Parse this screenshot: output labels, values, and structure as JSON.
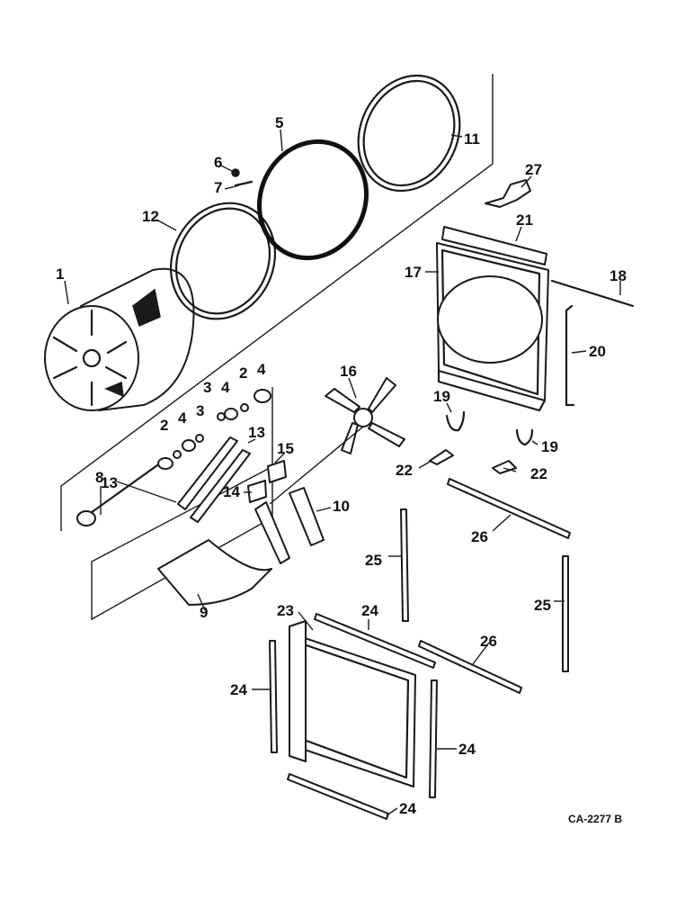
{
  "callouts": {
    "c1": "1",
    "c2a": "2",
    "c2b": "2",
    "c3a": "3",
    "c3b": "3",
    "c4a": "4",
    "c4b": "4",
    "c4c": "4",
    "c5": "5",
    "c6": "6",
    "c7": "7",
    "c8": "8",
    "c9": "9",
    "c10": "10",
    "c11": "11",
    "c12": "12",
    "c13a": "13",
    "c13b": "13",
    "c14": "14",
    "c15": "15",
    "c16": "16",
    "c17": "17",
    "c18": "18",
    "c19a": "19",
    "c19b": "19",
    "c20": "20",
    "c21": "21",
    "c22a": "22",
    "c22b": "22",
    "c23": "23",
    "c24a": "24",
    "c24b": "24",
    "c24c": "24",
    "c24d": "24",
    "c25a": "25",
    "c25b": "25",
    "c26a": "26",
    "c26b": "26",
    "c27": "27"
  },
  "drawing_code": "CA-2277 B"
}
